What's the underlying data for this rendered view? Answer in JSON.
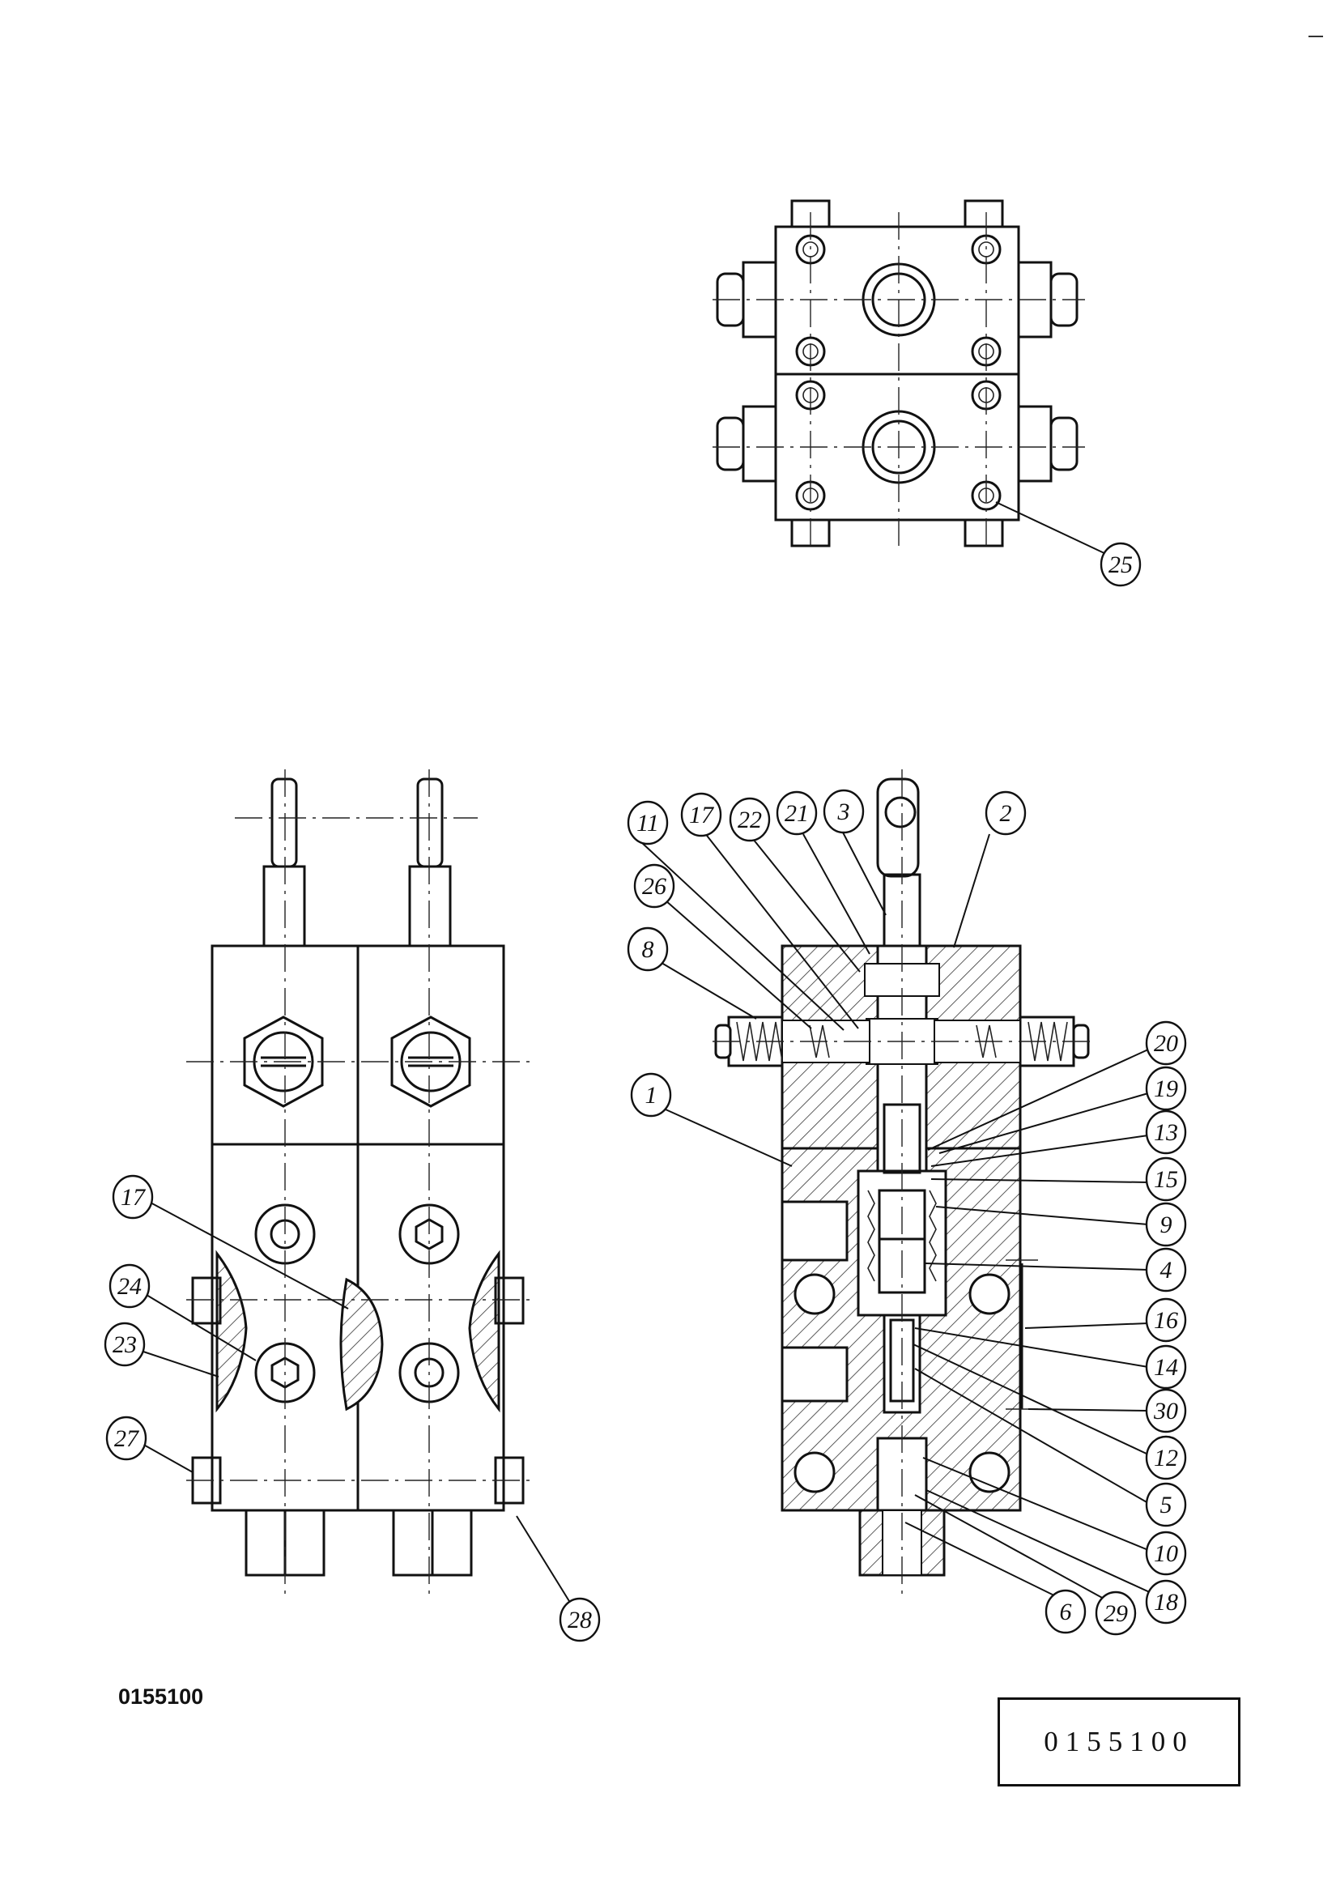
{
  "drawing": {
    "drawing_number_label": "0155100",
    "title_block_number": "0155100",
    "balloons_top_view": [
      "25"
    ],
    "balloons_side_view": [
      "17",
      "24",
      "23",
      "27",
      "28"
    ],
    "balloons_section_view": [
      "8",
      "26",
      "11",
      "17",
      "22",
      "21",
      "3",
      "2",
      "1",
      "20",
      "19",
      "13",
      "15",
      "9",
      "4",
      "16",
      "14",
      "30",
      "12",
      "5",
      "10",
      "18",
      "29",
      "6"
    ]
  }
}
